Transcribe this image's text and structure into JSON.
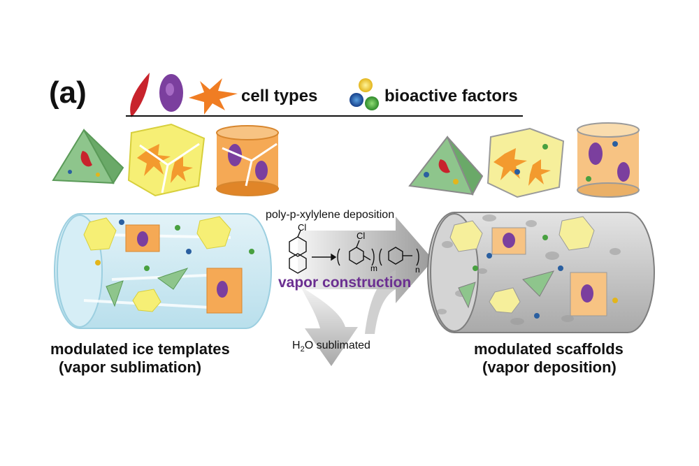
{
  "panel_label": "(a)",
  "legend": {
    "cell_types": "cell types",
    "bioactive_factors": "bioactive factors"
  },
  "process": {
    "deposition": "poly-p-xylylene deposition",
    "construction": "vapor construction",
    "sublimated_formula": "H",
    "sublimated_sub": "2",
    "sublimated_rest": "O sublimated",
    "chem_cl_1": "Cl",
    "chem_cl_2": "Cl",
    "chem_m": "m",
    "chem_n": "n"
  },
  "captions": {
    "left_line1": "modulated ice templates",
    "left_line2": "(vapor sublimation)",
    "right_line1": "modulated scaffolds",
    "right_line2": "(vapor deposition)"
  },
  "colors": {
    "ice": "#cfe9f3",
    "scaffold": "#c9c9c9",
    "purple": "#6b2f91",
    "orange": "#f39a2e",
    "red_cell": "#c8232c",
    "green_shape": "#7cc083",
    "yellow_shape": "#f3e65a"
  }
}
